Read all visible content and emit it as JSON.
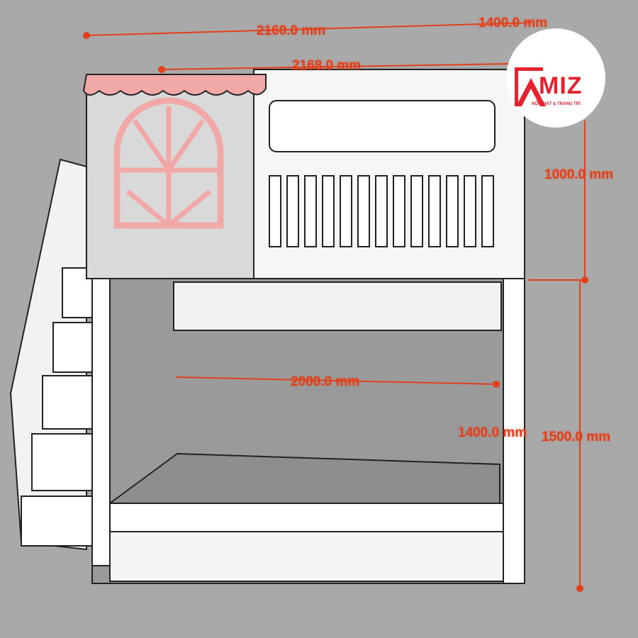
{
  "dimensions": {
    "top_width": "2160.0 mm",
    "top_depth": "1400.0 mm",
    "roof_width": "2168.0 mm",
    "upper_height": "1000.0 mm",
    "bed_length": "2000.0 mm",
    "lower_depth": "1400.0 mm",
    "total_height": "1500.0 mm"
  },
  "logo": {
    "brand": "MIZ",
    "tagline": "NỘI THẤT & TRANG TRÍ",
    "color": "#e3232f"
  },
  "colors": {
    "dimension": "#e2401c",
    "roof": "#f1a9a7",
    "background": "#a9a9a9"
  }
}
